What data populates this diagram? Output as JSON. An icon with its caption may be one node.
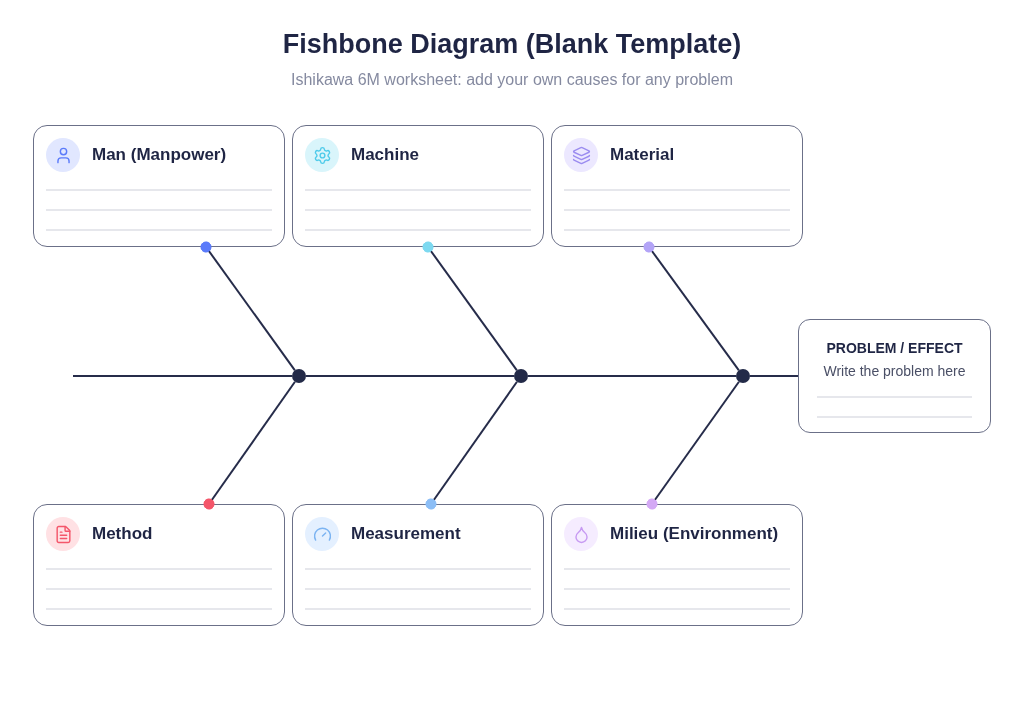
{
  "diagram": {
    "title": "Fishbone Diagram (Blank Template)",
    "nodes": [
      {
        "text": [
          "Man (Manpower)"
        ]
      },
      {
        "text": [
          "Machine"
        ]
      },
      {
        "text": [
          "Material"
        ]
      },
      {
        "text": [
          "Method"
        ]
      },
      {
        "text": [
          "Measurement"
        ]
      },
      {
        "text": [
          "Milieu (Environment)"
        ]
      },
      {
        "text": [
          "PROBLEM / EFFECT",
          "Write the problem here"
        ]
      },
      {
        "text": [],
        "shape": "circle"
      },
      {
        "text": [],
        "shape": "circle"
      },
      {
        "text": [],
        "shape": "circle"
      }
    ],
    "edges": [
      {
        "from": null,
        "to": 7,
        "arrow": "none"
      },
      {
        "from": 7,
        "to": 8,
        "arrow": "none"
      },
      {
        "from": 8,
        "to": 9,
        "arrow": "none"
      },
      {
        "from": 9,
        "to": 6,
        "arrow": "none"
      },
      {
        "from": 0,
        "to": 7,
        "arrow": "other"
      },
      {
        "from": 3,
        "to": 7,
        "arrow": "other"
      },
      {
        "from": 1,
        "to": 8,
        "arrow": "other"
      },
      {
        "from": 4,
        "to": 8,
        "arrow": "other"
      },
      {
        "from": 2,
        "to": 9,
        "arrow": "other"
      },
      {
        "from": 5,
        "to": 9,
        "arrow": "other"
      }
    ],
    "labels": [
      "Ishikawa 6M worksheet: add your own causes for any problem"
    ]
  }
}
